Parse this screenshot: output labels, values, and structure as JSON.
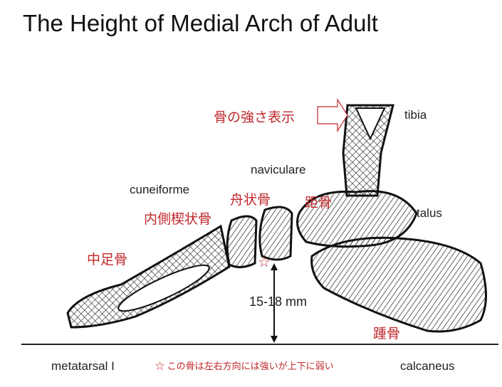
{
  "title": "The Height of Medial Arch of Adult",
  "labels": {
    "tibia": "tibia",
    "naviculare": "naviculare",
    "cuneiforme": "cuneiforme",
    "talus": "talus",
    "height": "15-18 mm",
    "metatarsal": "metatarsal I",
    "calcaneus": "calcaneus"
  },
  "jp_labels": {
    "strength": "骨の強さ表示",
    "navicular": "舟状骨",
    "talus": "距骨",
    "cuneiform": "内側楔状骨",
    "metatarsal": "中足骨",
    "calcaneus": "踵骨",
    "star": "☆"
  },
  "note": "☆ この骨は左右方向には強いが上下に弱い",
  "colors": {
    "annotation": "#c0282c"
  }
}
